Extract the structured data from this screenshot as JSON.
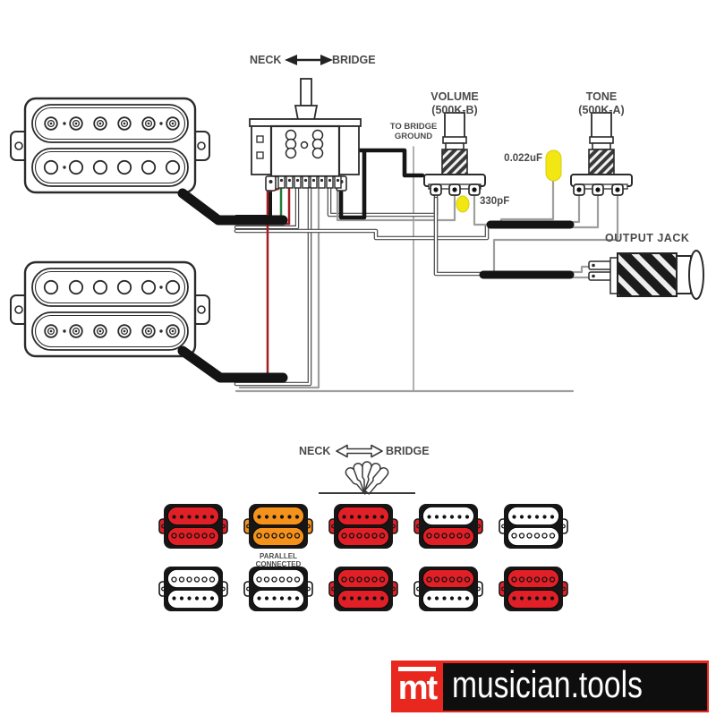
{
  "diagram": {
    "direction_label_left": "NECK",
    "direction_label_right": "BRIDGE",
    "volume": {
      "title": "VOLUME",
      "value": "(500K-B)"
    },
    "tone": {
      "title": "TONE",
      "value": "(500K-A)"
    },
    "to_bridge_ground_line1": "TO BRIDGE",
    "to_bridge_ground_line2": "GROUND",
    "tone_cap_value": "0.022uF",
    "bleed_cap_value": "330pF",
    "output_jack_label": "OUTPUT JACK",
    "wire_colors": {
      "hot_red": "#a31d22",
      "green": "#1d7c3a",
      "ground_black": "#151515",
      "bare_gray": "#9e9e9e",
      "white": "#ffffff",
      "cap_yellow": "#f2e712"
    }
  },
  "selector_chart": {
    "direction_label_left": "NECK",
    "direction_label_right": "BRIDGE",
    "note_line1": "PARALLEL",
    "note_line2": "CONNECTED",
    "color_map": {
      "red": "#e02026",
      "orange": "#f4921b",
      "white": "#ffffff"
    },
    "rows": [
      {
        "name": "neck",
        "positions": [
          [
            "red",
            "red"
          ],
          [
            "orange",
            "orange"
          ],
          [
            "red",
            "red"
          ],
          [
            "white",
            "red"
          ],
          [
            "white",
            "white"
          ]
        ]
      },
      {
        "name": "bridge",
        "positions": [
          [
            "white",
            "white"
          ],
          [
            "white",
            "white"
          ],
          [
            "red",
            "red"
          ],
          [
            "red",
            "white"
          ],
          [
            "red",
            "red"
          ]
        ]
      }
    ]
  },
  "logo": {
    "abbr": "mt",
    "name": "musician.tools",
    "red": "#e8281e",
    "black": "#0e0e0e"
  }
}
